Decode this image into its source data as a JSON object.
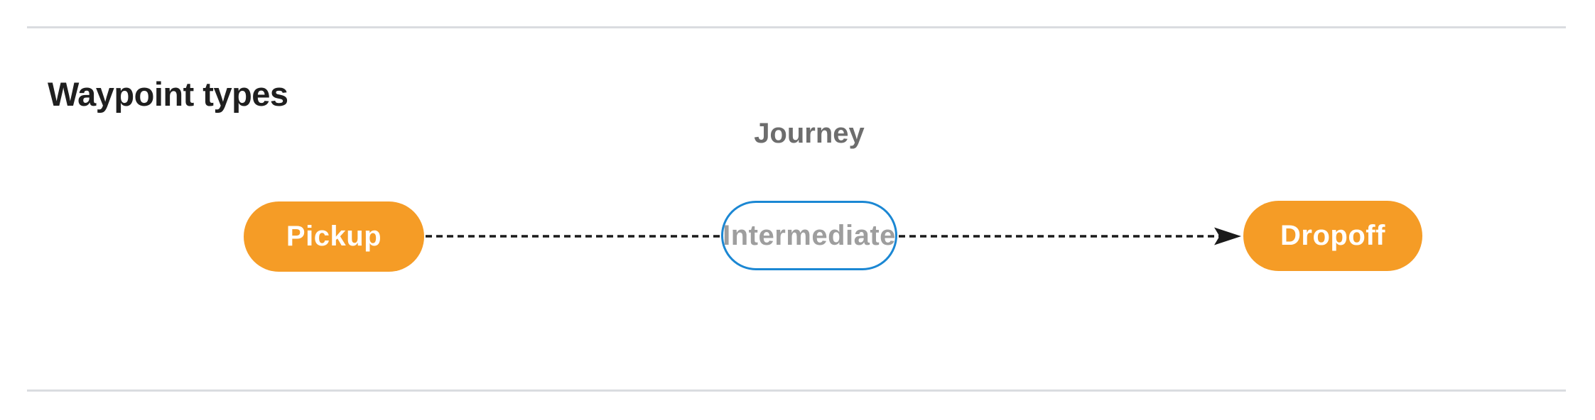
{
  "page": {
    "title": "Waypoint types"
  },
  "diagram": {
    "journey_label": "Journey",
    "nodes": [
      {
        "id": "pickup",
        "label": "Pickup",
        "type": "terminal"
      },
      {
        "id": "intermediate",
        "label": "Intermediate",
        "type": "intermediate"
      },
      {
        "id": "dropoff",
        "label": "Dropoff",
        "type": "terminal"
      }
    ],
    "edges": [
      {
        "from": "pickup",
        "to": "intermediate",
        "style": "dashed",
        "arrowhead": false
      },
      {
        "from": "intermediate",
        "to": "dropoff",
        "style": "dashed",
        "arrowhead": true
      }
    ],
    "colors": {
      "terminal_fill": "#f59c26",
      "terminal_text": "#ffffff",
      "intermediate_border": "#1b87d3",
      "intermediate_text": "#9e9e9e",
      "connector": "#1a1a1a",
      "journey_label_text": "#6d6d6d",
      "heading_text": "#1f1f1f",
      "divider": "#dadce0"
    }
  }
}
